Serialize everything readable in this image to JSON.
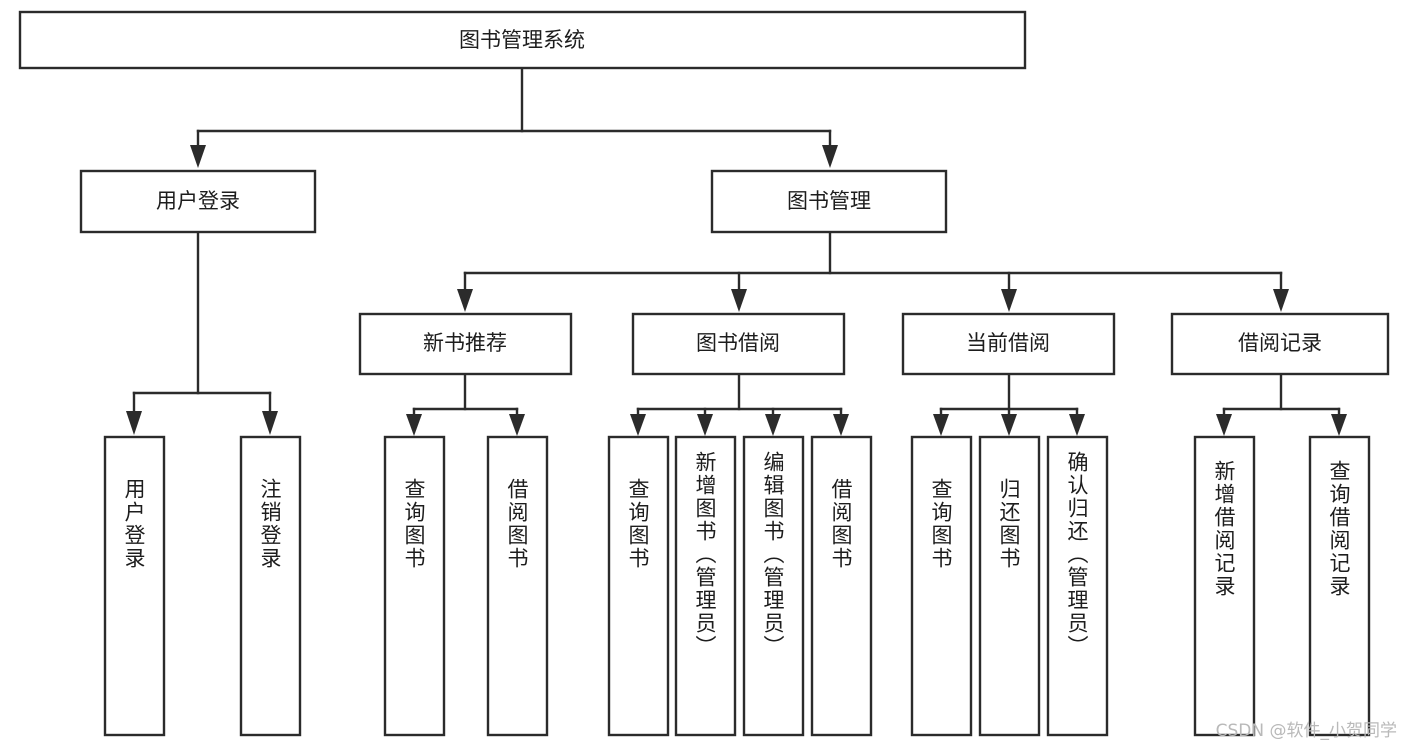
{
  "diagram": {
    "title": "图书管理系统",
    "type": "tree",
    "watermark": "CSDN @软件_小贺同学",
    "colors": {
      "stroke": "#2b2b2b",
      "fill": "#ffffff",
      "text": "#1d1d1d",
      "watermark": "#b9b9b9",
      "background": "#ffffff"
    },
    "levels": {
      "root": "图书管理系统",
      "level2": [
        "用户登录",
        "图书管理"
      ],
      "level3": [
        "新书推荐",
        "图书借阅",
        "当前借阅",
        "借阅记录"
      ]
    },
    "nodes": {
      "root": {
        "label": "图书管理系统",
        "orientation": "horizontal"
      },
      "user_login": {
        "label": "用户登录",
        "orientation": "horizontal"
      },
      "book_manage": {
        "label": "图书管理",
        "orientation": "horizontal"
      },
      "new_book_rec": {
        "label": "新书推荐",
        "orientation": "horizontal"
      },
      "book_borrow": {
        "label": "图书借阅",
        "orientation": "horizontal"
      },
      "current_borrow": {
        "label": "当前借阅",
        "orientation": "horizontal"
      },
      "borrow_record": {
        "label": "借阅记录",
        "orientation": "horizontal"
      },
      "leaf_user_login": {
        "label": "用户登录",
        "orientation": "vertical"
      },
      "leaf_logout": {
        "label": "注销登录",
        "orientation": "vertical"
      },
      "leaf_query_book_1": {
        "label": "查询图书",
        "orientation": "vertical"
      },
      "leaf_borrow_book_1": {
        "label": "借阅图书",
        "orientation": "vertical"
      },
      "leaf_query_book_2": {
        "label": "查询图书",
        "orientation": "vertical"
      },
      "leaf_add_book": {
        "label": "新增图书（管理员）",
        "orientation": "vertical"
      },
      "leaf_edit_book": {
        "label": "编辑图书（管理员）",
        "orientation": "vertical"
      },
      "leaf_borrow_book_2": {
        "label": "借阅图书",
        "orientation": "vertical"
      },
      "leaf_query_book_3": {
        "label": "查询图书",
        "orientation": "vertical"
      },
      "leaf_return_book": {
        "label": "归还图书",
        "orientation": "vertical"
      },
      "leaf_confirm_return": {
        "label": "确认归还（管理员）",
        "orientation": "vertical"
      },
      "leaf_add_record": {
        "label": "新增借阅记录",
        "orientation": "vertical"
      },
      "leaf_query_record": {
        "label": "查询借阅记录",
        "orientation": "vertical"
      }
    },
    "edges": [
      {
        "from": "图书管理系统",
        "to": "用户登录"
      },
      {
        "from": "图书管理系统",
        "to": "图书管理"
      },
      {
        "from": "用户登录",
        "to": "用户登录"
      },
      {
        "from": "用户登录",
        "to": "注销登录"
      },
      {
        "from": "图书管理",
        "to": "新书推荐"
      },
      {
        "from": "图书管理",
        "to": "图书借阅"
      },
      {
        "from": "图书管理",
        "to": "当前借阅"
      },
      {
        "from": "图书管理",
        "to": "借阅记录"
      },
      {
        "from": "新书推荐",
        "to": "查询图书"
      },
      {
        "from": "新书推荐",
        "to": "借阅图书"
      },
      {
        "from": "图书借阅",
        "to": "查询图书"
      },
      {
        "from": "图书借阅",
        "to": "新增图书（管理员）"
      },
      {
        "from": "图书借阅",
        "to": "编辑图书（管理员）"
      },
      {
        "from": "图书借阅",
        "to": "借阅图书"
      },
      {
        "from": "当前借阅",
        "to": "查询图书"
      },
      {
        "from": "当前借阅",
        "to": "归还图书"
      },
      {
        "from": "当前借阅",
        "to": "确认归还（管理员）"
      },
      {
        "from": "借阅记录",
        "to": "新增借阅记录"
      },
      {
        "from": "借阅记录",
        "to": "查询借阅记录"
      }
    ]
  }
}
